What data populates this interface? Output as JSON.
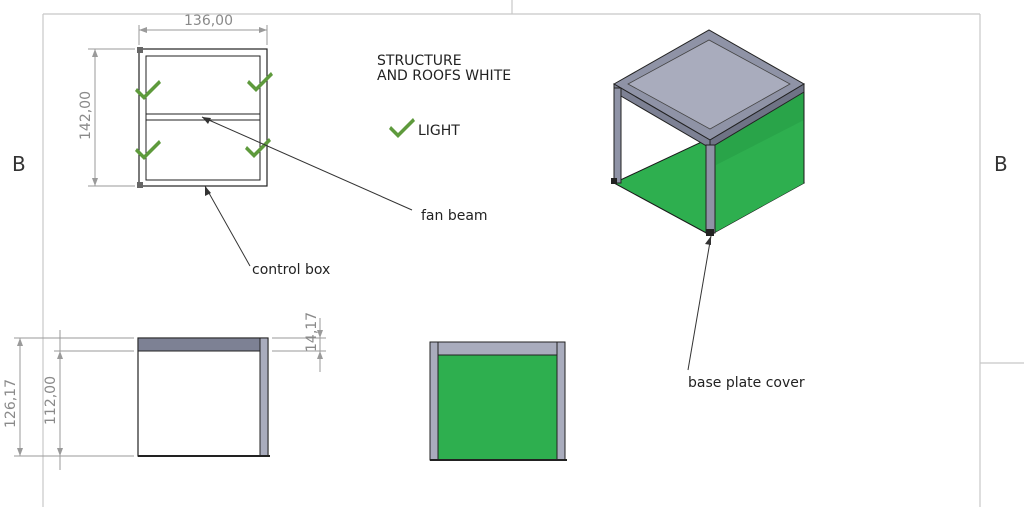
{
  "zone_labels": {
    "left": "B",
    "right": "B"
  },
  "dimensions": {
    "top_width": "136,00",
    "top_height": "142,00",
    "front_total_height": "126,17",
    "front_inner_height": "112,00",
    "roof_thickness": "14,17"
  },
  "notes": {
    "structure_line1": "STRUCTURE",
    "structure_line2": "AND ROOFS WHITE",
    "light": "LIGHT"
  },
  "callouts": {
    "fan_beam": "fan beam",
    "control_box": "control box",
    "base_plate_cover": "base plate cover"
  },
  "icons": {
    "light_marker": "check-mark-icon"
  },
  "colors": {
    "green_panel": "#2eaf4f",
    "green_dark": "#249a43",
    "roof_gray": "#8f93a6",
    "roof_gray_light": "#a9acbd",
    "check_green": "#5e9a3c",
    "frame": "#222222"
  }
}
